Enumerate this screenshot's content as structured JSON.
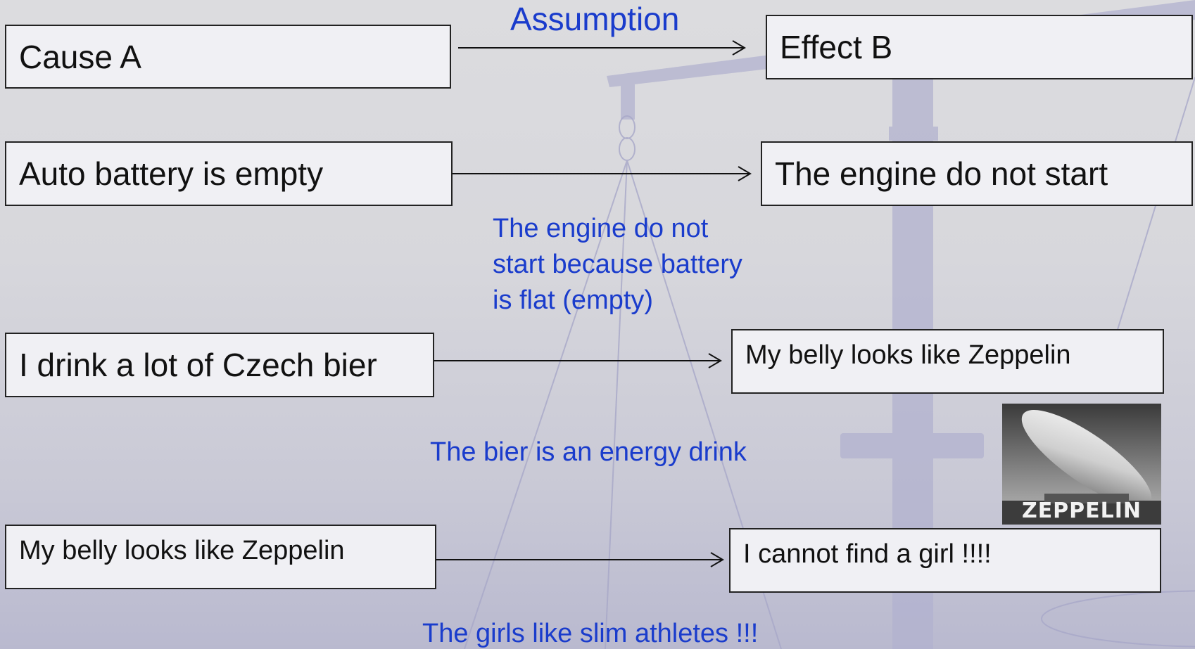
{
  "header": {
    "assumption_label": "Assumption"
  },
  "rows": [
    {
      "cause": "Cause A",
      "effect": "Effect B"
    },
    {
      "cause": "Auto battery is empty",
      "effect": "The engine do not  start",
      "assumption": [
        "The engine do not",
        "start because battery",
        "is flat (empty)"
      ]
    },
    {
      "cause": "I drink a lot of Czech  bier",
      "effect": "My belly looks like Zeppelin",
      "assumption": "The bier is an energy drink"
    },
    {
      "cause": "My belly looks like Zeppelin",
      "effect": "I cannot find a girl !!!!",
      "assumption": "The girls like slim athletes !!!"
    }
  ],
  "image": {
    "subject": "zeppelin-airship-photo",
    "caption": "ZEPPELIN"
  },
  "colors": {
    "assumption_text": "#1a3ccc",
    "box_fill": "#f0f0f4",
    "box_border": "#222222"
  }
}
